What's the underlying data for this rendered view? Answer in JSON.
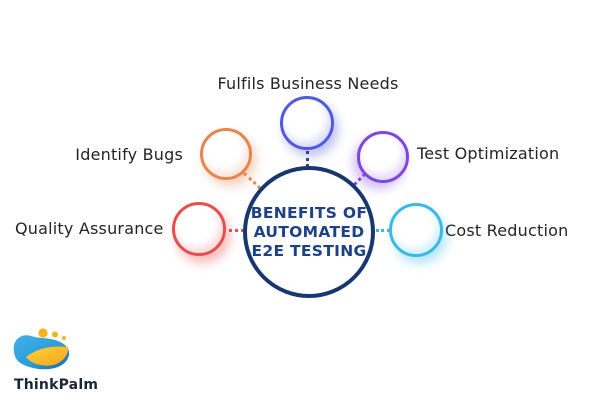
{
  "center": {
    "line1": "BENEFITS OF",
    "line2": "AUTOMATED",
    "line3": "E2E TESTING",
    "border_color": "#17386e",
    "text_color": "#1c4187"
  },
  "nodes": [
    {
      "id": "fulfils-business-needs",
      "label": "Fulfils Business Needs",
      "color": "#4f5ae0",
      "position": "top"
    },
    {
      "id": "identify-bugs",
      "label": "Identify Bugs",
      "color": "#e8854d",
      "position": "upper-left"
    },
    {
      "id": "test-optimization",
      "label": "Test Optimization",
      "color": "#7e45e0",
      "position": "upper-right"
    },
    {
      "id": "quality-assurance",
      "label": "Quality Assurance",
      "color": "#e5504e",
      "position": "left"
    },
    {
      "id": "cost-reduction",
      "label": "Cost Reduction",
      "color": "#38b9e8",
      "position": "right"
    }
  ],
  "connector_color_top": "#2f3f96",
  "label_text_color": "#242424",
  "brand": {
    "name": "ThinkPalm",
    "logo_blue": "#2d9ad6",
    "logo_dark_blue": "#1c5fa8",
    "logo_yellow": "#f8b219"
  },
  "background_color": "#ffffff"
}
